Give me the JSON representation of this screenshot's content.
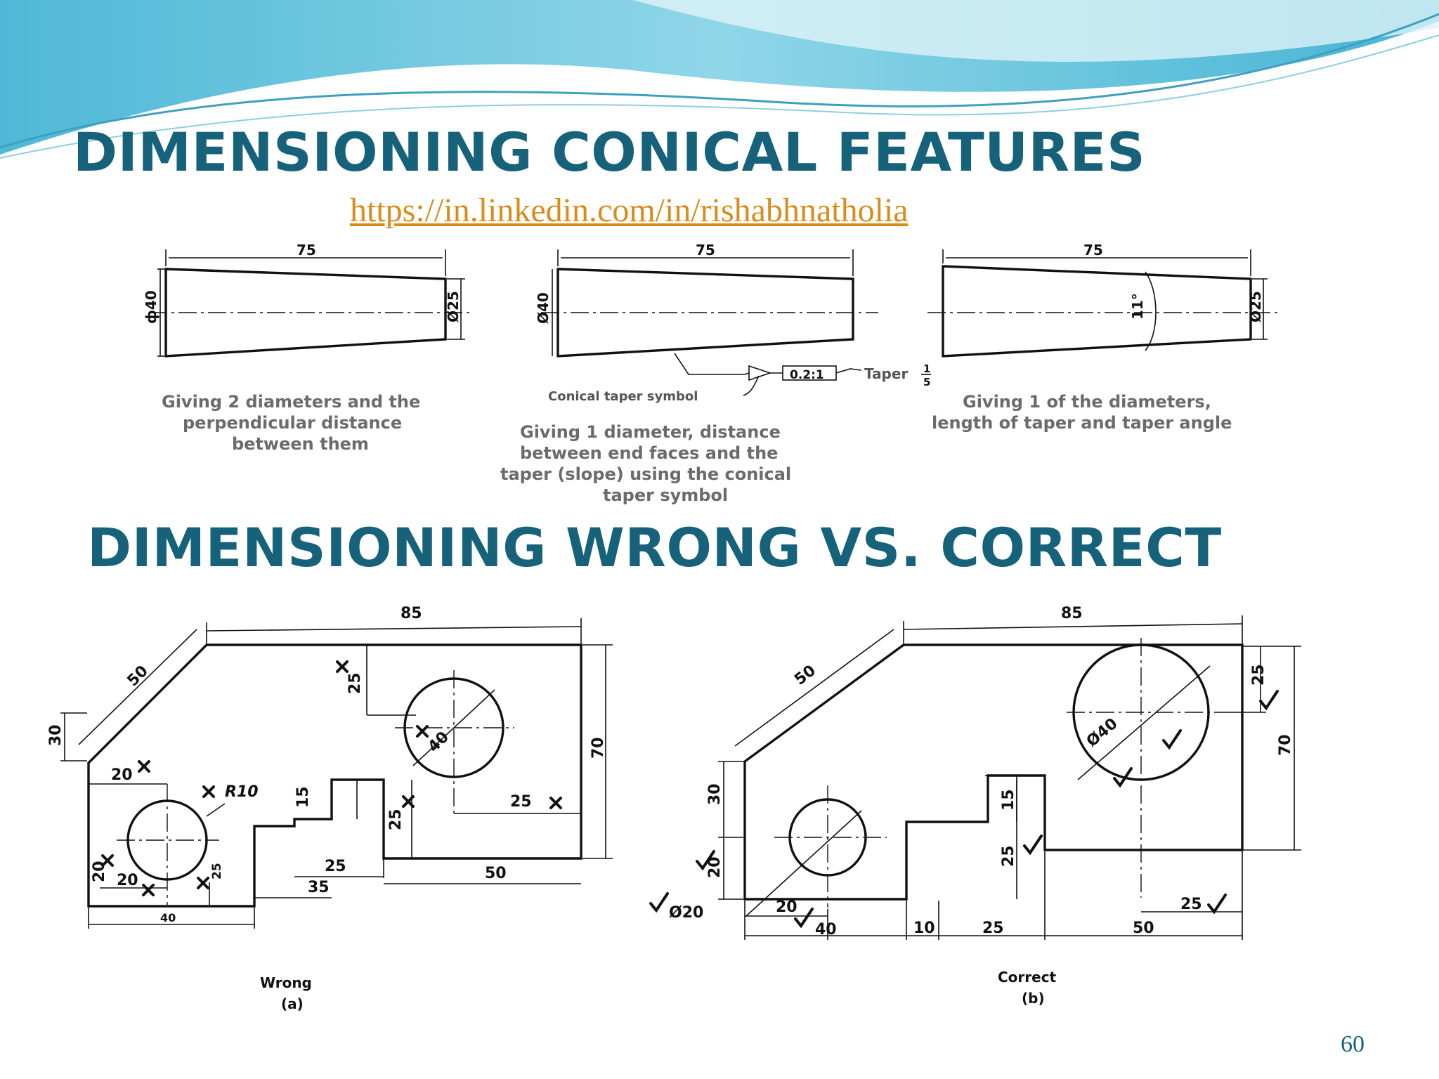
{
  "slide": {
    "title_conical": "DIMENSIONING CONICAL FEATURES",
    "link": "https://in.linkedin.com/in/rishabhnatholia",
    "title_compare": "DIMENSIONING WRONG VS. CORRECT",
    "page_number": "60"
  },
  "colors": {
    "title": "#16627a",
    "link": "#d98c1a",
    "caption": "#6b6b6b",
    "banner": "#5fc4dc"
  },
  "conical": {
    "fig1": {
      "length": "75",
      "dia_left": "ф40",
      "dia_right": "Ø25",
      "caption": [
        "Giving 2 diameters and the",
        "perpendicular  distance",
        "between  them"
      ]
    },
    "fig2": {
      "length": "75",
      "dia_left": "Ø40",
      "taper_ratio": "0.2:1",
      "taper_label": "Taper",
      "frac_num": "1",
      "frac_den": "5",
      "symbol_label": "Conical taper symbol",
      "caption": [
        "Giving 1 diameter, distance",
        "between  end faces and the",
        "taper (slope) using the conical",
        "taper symbol"
      ]
    },
    "fig3": {
      "length": "75",
      "angle": "11°",
      "dia_right": "Ø25",
      "caption": [
        "Giving 1 of the diameters,",
        "length of taper and taper angle"
      ]
    }
  },
  "wrong": {
    "dims": {
      "top": "85",
      "slant": "50",
      "v25": "25",
      "right70": "70",
      "left30": "30",
      "d20": "20",
      "r10": "R10",
      "d15": "15",
      "d25_step": "25",
      "d25_hole": "25",
      "d25_mid": "25",
      "d50": "50",
      "d35": "35",
      "d40": "40",
      "d20_vert": "20",
      "d20_bottom": "20",
      "d25_small": "25",
      "d40_circle": "40"
    },
    "caption": "Wrong",
    "sub": "(a)"
  },
  "correct": {
    "dims": {
      "top": "85",
      "slant": "50",
      "right25": "25",
      "right70": "70",
      "left30": "30",
      "left20": "20",
      "dia20": "Ø20",
      "dia40": "Ø40",
      "d15": "15",
      "d25": "25",
      "b20": "20",
      "b40": "40",
      "b10": "10",
      "b25": "25",
      "b50": "50",
      "r25": "25"
    },
    "caption": "Correct",
    "sub": "(b)"
  }
}
